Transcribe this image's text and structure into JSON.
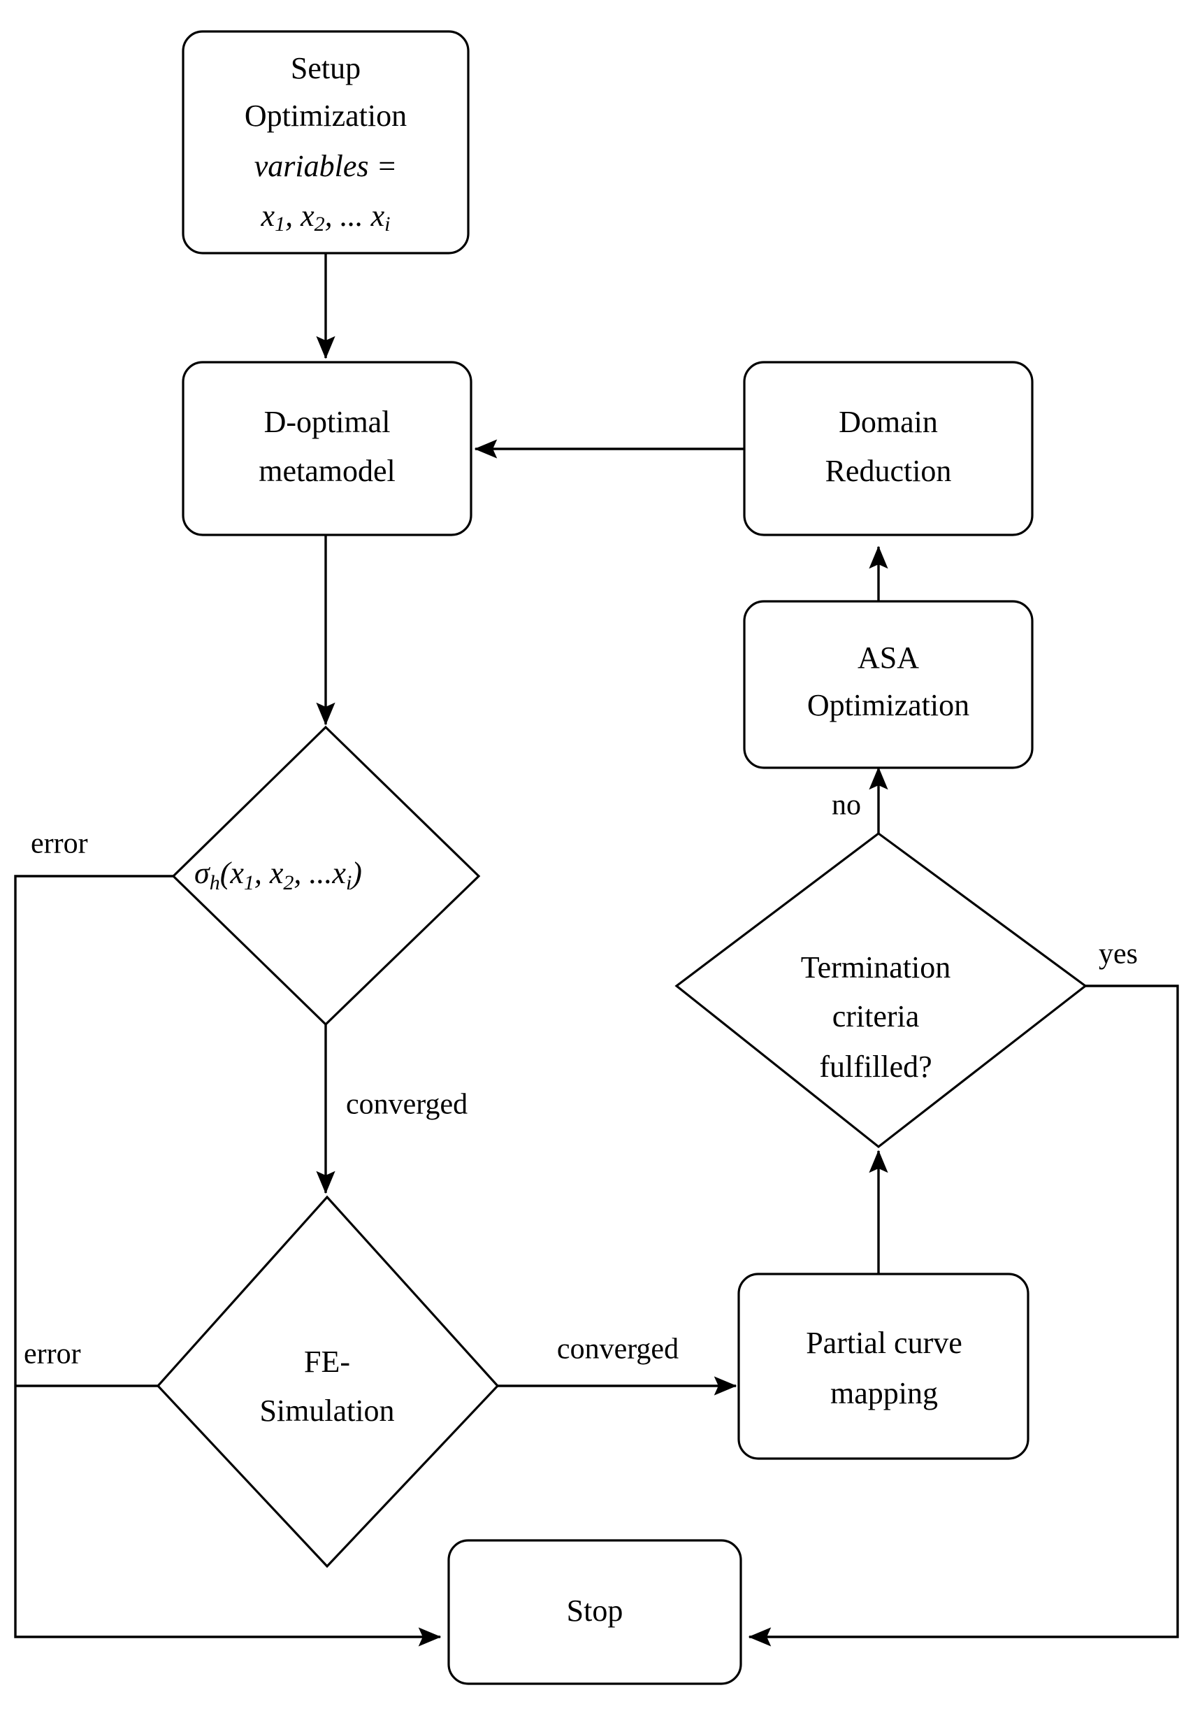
{
  "diagram": {
    "type": "flowchart",
    "title": "Optimization loop flowchart",
    "nodes": [
      {
        "id": "setup",
        "shape": "rounded-rectangle",
        "lines": [
          "Setup",
          "Optimization",
          "variables =",
          "x1, x2, ... xi"
        ],
        "line1": "Setup",
        "line2": "Optimization",
        "line3": "variables =",
        "line4_base1": "x",
        "line4_sub1": "1",
        "line4_sep1": ", ",
        "line4_base2": "x",
        "line4_sub2": "2",
        "line4_sep2": ", ... ",
        "line4_base3": "x",
        "line4_sub3": "i"
      },
      {
        "id": "d-optimal-metamodel",
        "shape": "rounded-rectangle",
        "line1": "D-optimal",
        "line2": "metamodel"
      },
      {
        "id": "domain-reduction",
        "shape": "rounded-rectangle",
        "line1": "Domain",
        "line2": "Reduction"
      },
      {
        "id": "asa-optimization",
        "shape": "rounded-rectangle",
        "line1": "ASA",
        "line2": "Optimization"
      },
      {
        "id": "sigma-check",
        "shape": "diamond",
        "label_sigma": "σ",
        "label_sigma_sub": "h",
        "label_open": "(",
        "label_x1": "x",
        "label_x1_sub": "1",
        "label_comma1": ", ",
        "label_x2": "x",
        "label_x2_sub": "2",
        "label_comma2": ", ...",
        "label_x3": "x",
        "label_x3_sub": "i",
        "label_close": ")"
      },
      {
        "id": "fe-simulation",
        "shape": "diamond",
        "line1": "FE-",
        "line2": "Simulation"
      },
      {
        "id": "termination-criteria",
        "shape": "diamond",
        "line1": "Termination",
        "line2": "criteria",
        "line3": "fulfilled?"
      },
      {
        "id": "partial-curve-mapping",
        "shape": "rounded-rectangle",
        "line1": "Partial curve",
        "line2": "mapping"
      },
      {
        "id": "stop",
        "shape": "rounded-rectangle",
        "line1": "Stop"
      }
    ],
    "edge_labels": {
      "error_top": "error",
      "error_bottom": "error",
      "converged_vertical": "converged",
      "converged_horizontal": "converged",
      "no": "no",
      "yes": "yes"
    },
    "colors": {
      "stroke": "#000000",
      "fill": "#ffffff",
      "background": "#ffffff"
    }
  }
}
